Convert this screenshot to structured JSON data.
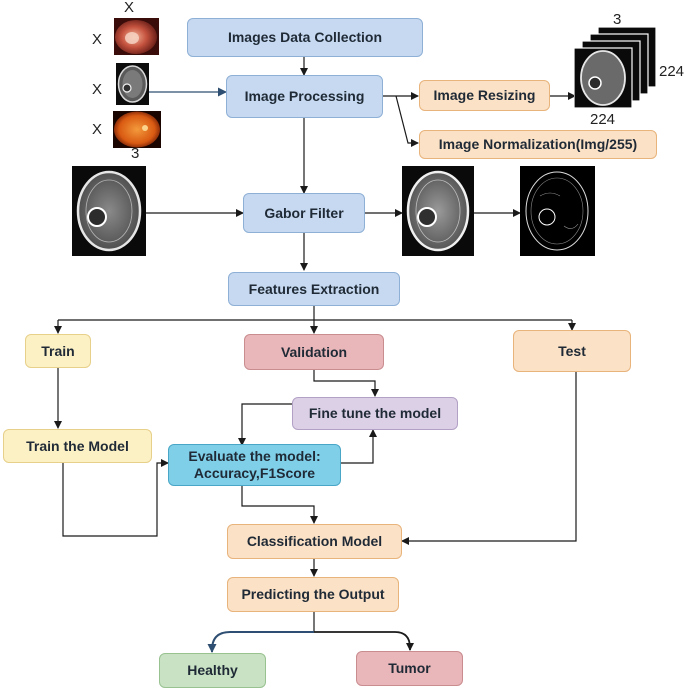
{
  "nodes": {
    "images_data_collection": "Images Data Collection",
    "image_processing": "Image Processing",
    "image_resizing": "Image Resizing",
    "image_normalization": "Image Normalization(Img/255)",
    "gabor_filter": "Gabor Filter",
    "features_extraction": "Features Extraction",
    "train": "Train",
    "validation": "Validation",
    "test": "Test",
    "fine_tune": "Fine tune the model",
    "train_the_model": "Train the Model",
    "evaluate_line1": "Evaluate the model:",
    "evaluate_line2": "Accuracy,F1Score",
    "classification_model": "Classification Model",
    "predicting_output": "Predicting the Output",
    "healthy": "Healthy",
    "tumor": "Tumor"
  },
  "labels": {
    "x_top": "X",
    "x_row1": "X",
    "x_row2": "X",
    "x_row3": "X",
    "three_left": "3",
    "three_stack": "3",
    "dim_right": "224",
    "dim_bottom": "224"
  },
  "colors": {
    "blue": "#c6d9f0",
    "orange": "#fbe1c5",
    "yellow": "#fcf0c5",
    "pink": "#e9b7b9",
    "purple": "#dcd0e6",
    "cyan": "#7fcfe9",
    "green": "#c9e2c4",
    "arrow": "#1a1a1a",
    "arrow_blue": "#2f4f72"
  }
}
